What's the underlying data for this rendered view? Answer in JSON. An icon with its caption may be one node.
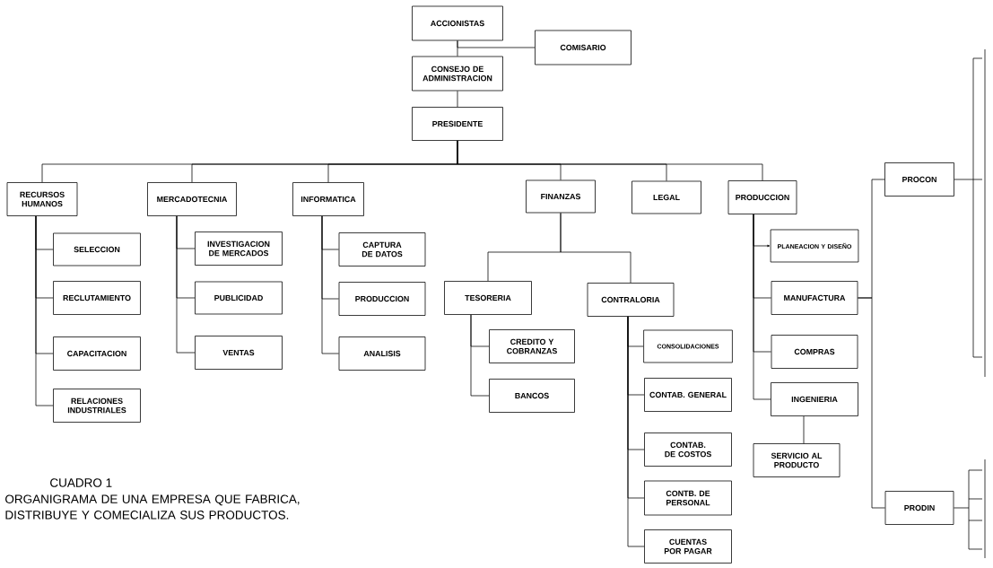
{
  "diagram": {
    "title": "CUADRO 1",
    "caption": "ORGANIGRAMA DE UNA EMPRESA QUE FABRICA, DISTRIBUYE Y COMECIALIZA SUS PRODUCTOS.",
    "nodes": [
      {
        "text": [
          "ACCIONISTAS"
        ]
      },
      {
        "text": [
          "COMISARIO"
        ]
      },
      {
        "text": [
          "CONSEJO DE ADMINISTRACION"
        ]
      },
      {
        "text": [
          "PRESIDENTE"
        ]
      },
      {
        "text": [
          "RECURSOS HUMANOS"
        ]
      },
      {
        "text": [
          "MERCADOTECNIA"
        ]
      },
      {
        "text": [
          "INFORMATICA"
        ]
      },
      {
        "text": [
          "FINANZAS"
        ]
      },
      {
        "text": [
          "LEGAL"
        ]
      },
      {
        "text": [
          "PRODUCCION"
        ]
      },
      {
        "text": [
          "SELECCION"
        ]
      },
      {
        "text": [
          "RECLUTAMIENTO"
        ]
      },
      {
        "text": [
          "CAPACITACION"
        ]
      },
      {
        "text": [
          "RELACIONES INDUSTRIALES"
        ]
      },
      {
        "text": [
          "INVESTIGACION DE MERCADOS"
        ]
      },
      {
        "text": [
          "PUBLICIDAD"
        ]
      },
      {
        "text": [
          "VENTAS"
        ]
      },
      {
        "text": [
          "CAPTURA DE DATOS"
        ]
      },
      {
        "text": [
          "PRODUCCION"
        ]
      },
      {
        "text": [
          "ANALISIS"
        ]
      },
      {
        "text": [
          "TESORERIA"
        ]
      },
      {
        "text": [
          "CONTRALORIA"
        ]
      },
      {
        "text": [
          "CREDITO Y COBRANZAS"
        ]
      },
      {
        "text": [
          "BANCOS"
        ]
      },
      {
        "text": [
          "CONSOLIDACIONES"
        ]
      },
      {
        "text": [
          "CONTAB. GENERAL"
        ]
      },
      {
        "text": [
          "CONTAB. DE COSTOS"
        ]
      },
      {
        "text": [
          "CONTB. DE PERSONAL"
        ]
      },
      {
        "text": [
          "CUENTAS POR PAGAR"
        ]
      },
      {
        "text": [
          "PLANEACION Y DISEÑO"
        ]
      },
      {
        "text": [
          "MANUFACTURA"
        ]
      },
      {
        "text": [
          "COMPRAS"
        ]
      },
      {
        "text": [
          "INGENIERIA"
        ]
      },
      {
        "text": [
          "SERVICIO AL PRODUCTO"
        ]
      },
      {
        "text": [
          "PROCON"
        ]
      },
      {
        "text": [
          "PRODIN"
        ]
      }
    ],
    "edges": [
      {
        "from": 0,
        "to": 2,
        "arrow": "none"
      },
      {
        "from": 0,
        "to": 1,
        "arrow": "none"
      },
      {
        "from": 2,
        "to": 3,
        "arrow": "none"
      },
      {
        "from": 3,
        "to": 4,
        "arrow": "none"
      },
      {
        "from": 3,
        "to": 5,
        "arrow": "none"
      },
      {
        "from": 3,
        "to": 6,
        "arrow": "none"
      },
      {
        "from": 3,
        "to": 7,
        "arrow": "none"
      },
      {
        "from": 3,
        "to": 8,
        "arrow": "none"
      },
      {
        "from": 3,
        "to": 9,
        "arrow": "none"
      },
      {
        "from": 4,
        "to": 10,
        "arrow": "none"
      },
      {
        "from": 4,
        "to": 11,
        "arrow": "none"
      },
      {
        "from": 4,
        "to": 12,
        "arrow": "none"
      },
      {
        "from": 4,
        "to": 13,
        "arrow": "none"
      },
      {
        "from": 5,
        "to": 14,
        "arrow": "none"
      },
      {
        "from": 5,
        "to": 15,
        "arrow": "none"
      },
      {
        "from": 5,
        "to": 16,
        "arrow": "none"
      },
      {
        "from": 6,
        "to": 17,
        "arrow": "none"
      },
      {
        "from": 6,
        "to": 18,
        "arrow": "none"
      },
      {
        "from": 6,
        "to": 19,
        "arrow": "none"
      },
      {
        "from": 7,
        "to": 20,
        "arrow": "none"
      },
      {
        "from": 7,
        "to": 21,
        "arrow": "none"
      },
      {
        "from": 20,
        "to": 22,
        "arrow": "none"
      },
      {
        "from": 20,
        "to": 23,
        "arrow": "none"
      },
      {
        "from": 21,
        "to": 24,
        "arrow": "none"
      },
      {
        "from": 21,
        "to": 25,
        "arrow": "none"
      },
      {
        "from": 21,
        "to": 26,
        "arrow": "none"
      },
      {
        "from": 21,
        "to": 27,
        "arrow": "none"
      },
      {
        "from": 21,
        "to": 28,
        "arrow": "none"
      },
      {
        "from": 9,
        "to": 29,
        "arrow": "to"
      },
      {
        "from": 9,
        "to": 30,
        "arrow": "none"
      },
      {
        "from": 9,
        "to": 31,
        "arrow": "none"
      },
      {
        "from": 9,
        "to": 32,
        "arrow": "none"
      },
      {
        "from": 32,
        "to": 33,
        "arrow": "none"
      },
      {
        "from": 30,
        "to": 34,
        "arrow": "none"
      },
      {
        "from": 30,
        "to": 35,
        "arrow": "none"
      },
      {
        "from": 34,
        "to": null,
        "arrow": "none"
      },
      {
        "from": 35,
        "to": null,
        "arrow": "none"
      }
    ]
  }
}
